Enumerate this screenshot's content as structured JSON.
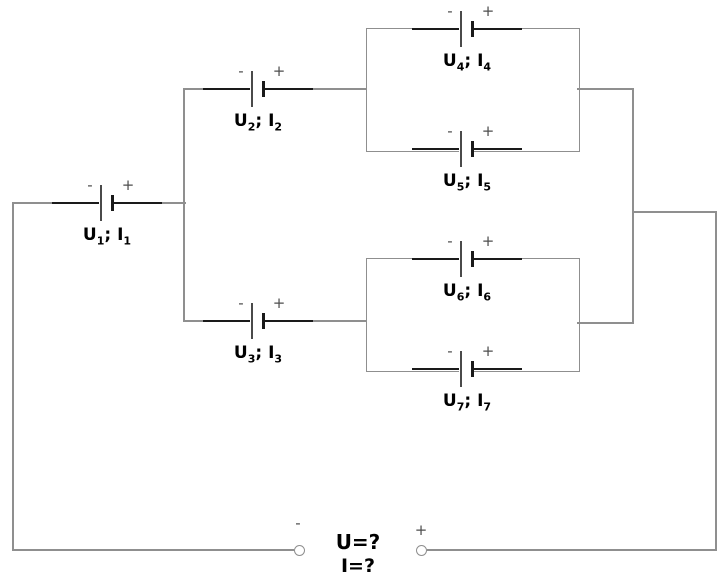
{
  "colors": {
    "background": "#ffffff",
    "wire": "#8f8f8f",
    "component": "#1a1a1a",
    "sign": "#4d4d4d",
    "label": "#000000"
  },
  "battery_signs": {
    "minus": "-",
    "plus": "+"
  },
  "batteries": [
    {
      "u": "U",
      "u_sub": "1",
      "mid": "; I",
      "i_sub": "1"
    },
    {
      "u": "U",
      "u_sub": "2",
      "mid": "; I",
      "i_sub": "2"
    },
    {
      "u": "U",
      "u_sub": "3",
      "mid": "; I",
      "i_sub": "3"
    },
    {
      "u": "U",
      "u_sub": "4",
      "mid": "; I",
      "i_sub": "4"
    },
    {
      "u": "U",
      "u_sub": "5",
      "mid": "; I",
      "i_sub": "5"
    },
    {
      "u": "U",
      "u_sub": "6",
      "mid": "; I",
      "i_sub": "6"
    },
    {
      "u": "U",
      "u_sub": "7",
      "mid": "; I",
      "i_sub": "7"
    }
  ],
  "terminals": {
    "minus": "-",
    "plus": "+",
    "voltage_question": "U=?",
    "current_question": "I=?"
  }
}
